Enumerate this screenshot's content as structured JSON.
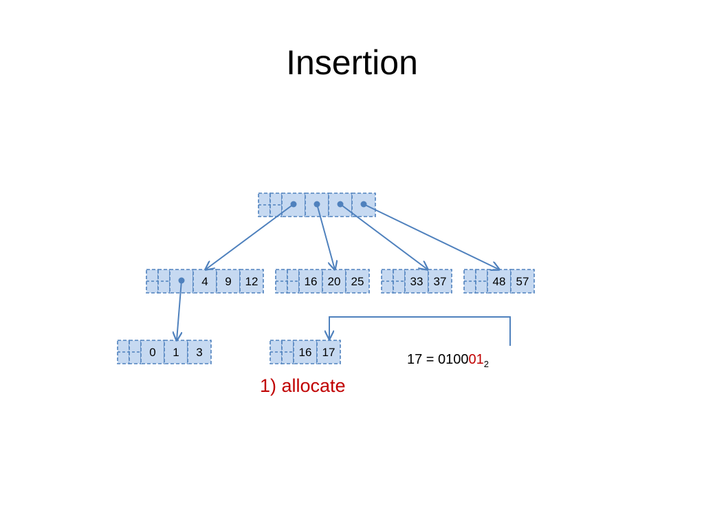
{
  "title": "Insertion",
  "diagram": {
    "root": {
      "pointers": 4
    },
    "level1": [
      {
        "has_pointer": true,
        "keys": [
          "4",
          "9",
          "12"
        ]
      },
      {
        "has_pointer": false,
        "keys": [
          "16",
          "20",
          "25"
        ]
      },
      {
        "has_pointer": false,
        "keys": [
          "33",
          "37"
        ]
      },
      {
        "has_pointer": false,
        "keys": [
          "48",
          "57"
        ]
      }
    ],
    "level2": [
      {
        "keys": [
          "0",
          "1",
          "3"
        ]
      },
      {
        "keys": [
          "16",
          "17"
        ]
      }
    ]
  },
  "caption": "1) allocate",
  "equation": {
    "lhs": "17 = ",
    "prefix": "0100",
    "highlight": "01",
    "base": "2"
  },
  "colors": {
    "cell_fill": "#c6d9f1",
    "cell_stroke": "#4f81bd",
    "highlight": "#c00000"
  }
}
